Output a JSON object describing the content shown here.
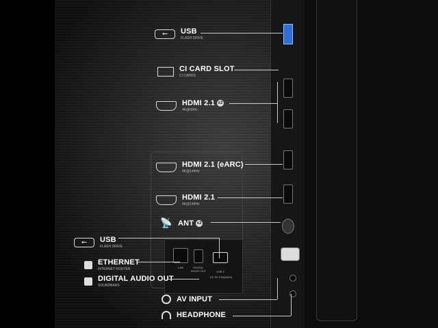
{
  "labels": {
    "usb_top": {
      "title": "USB",
      "sub": "FLASH DRIVE"
    },
    "ci": {
      "title": "CI CARD SLOT",
      "sub": "CI CARDS"
    },
    "hdmi_60": {
      "title": "HDMI 2.1",
      "badge": "x2",
      "sub": "4K@60Hz"
    },
    "hdmi_earc": {
      "title": "HDMI 2.1 (eARC)",
      "sub": "4K@144Hz"
    },
    "hdmi_144": {
      "title": "HDMI 2.1",
      "sub": "4K@144Hz"
    },
    "ant": {
      "title": "ANT",
      "badge": "x2"
    },
    "usb_bottom": {
      "title": "USB",
      "sub": "FLASH DRIVE"
    },
    "ethernet": {
      "title": "ETHERNET",
      "sub": "INTERNET ROUTER"
    },
    "optical": {
      "title": "DIGITAL AUDIO OUT",
      "sub": "SOUNDBARS"
    },
    "av": {
      "title": "AV INPUT"
    },
    "headphone": {
      "title": "HEADPHONE"
    }
  },
  "panel_print": {
    "lan": "LAN",
    "optical": "DIGITAL AUDIO OUT",
    "usb": "USB 2",
    "usb_rating": "DC 5V 0.5A(MAX)"
  }
}
